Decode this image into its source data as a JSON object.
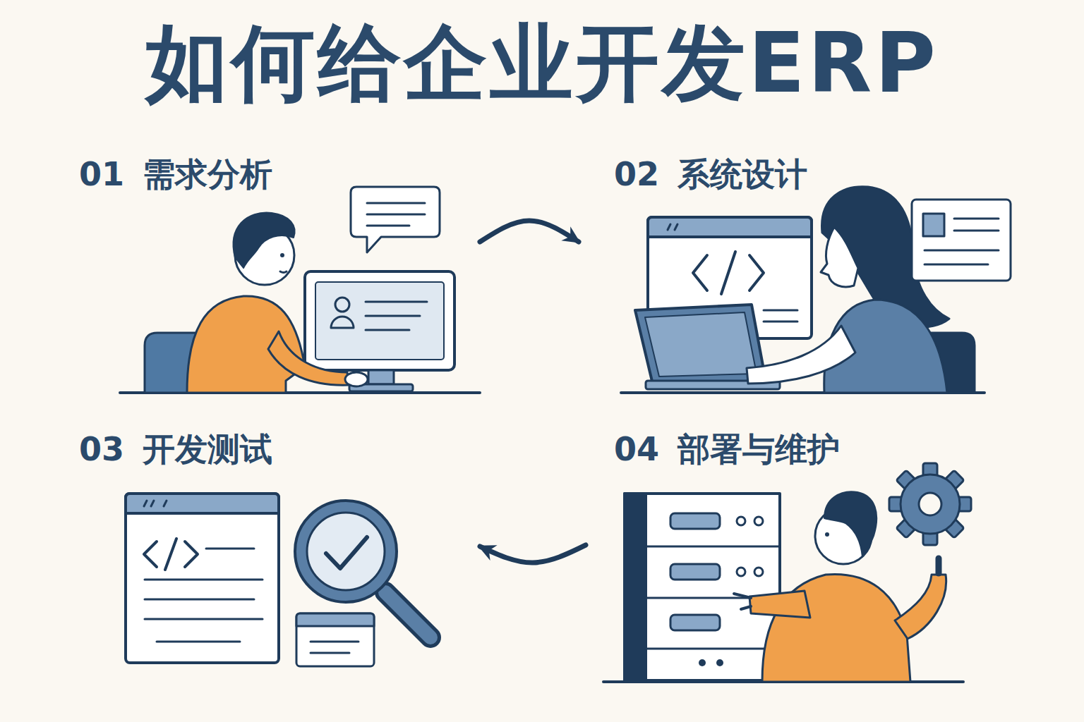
{
  "diagram": {
    "title": "如何给企业开发ERP",
    "nodes": [
      {
        "text": [
          "01 需求分析"
        ]
      },
      {
        "text": [
          "02 系统设计"
        ]
      },
      {
        "text": [
          "03 开发测试"
        ]
      },
      {
        "text": [
          "04 部署与维护"
        ]
      }
    ],
    "edges": [
      {
        "from": 0,
        "to": 1,
        "arrow": "to"
      },
      {
        "from": 3,
        "to": 2,
        "arrow": "to"
      }
    ]
  }
}
